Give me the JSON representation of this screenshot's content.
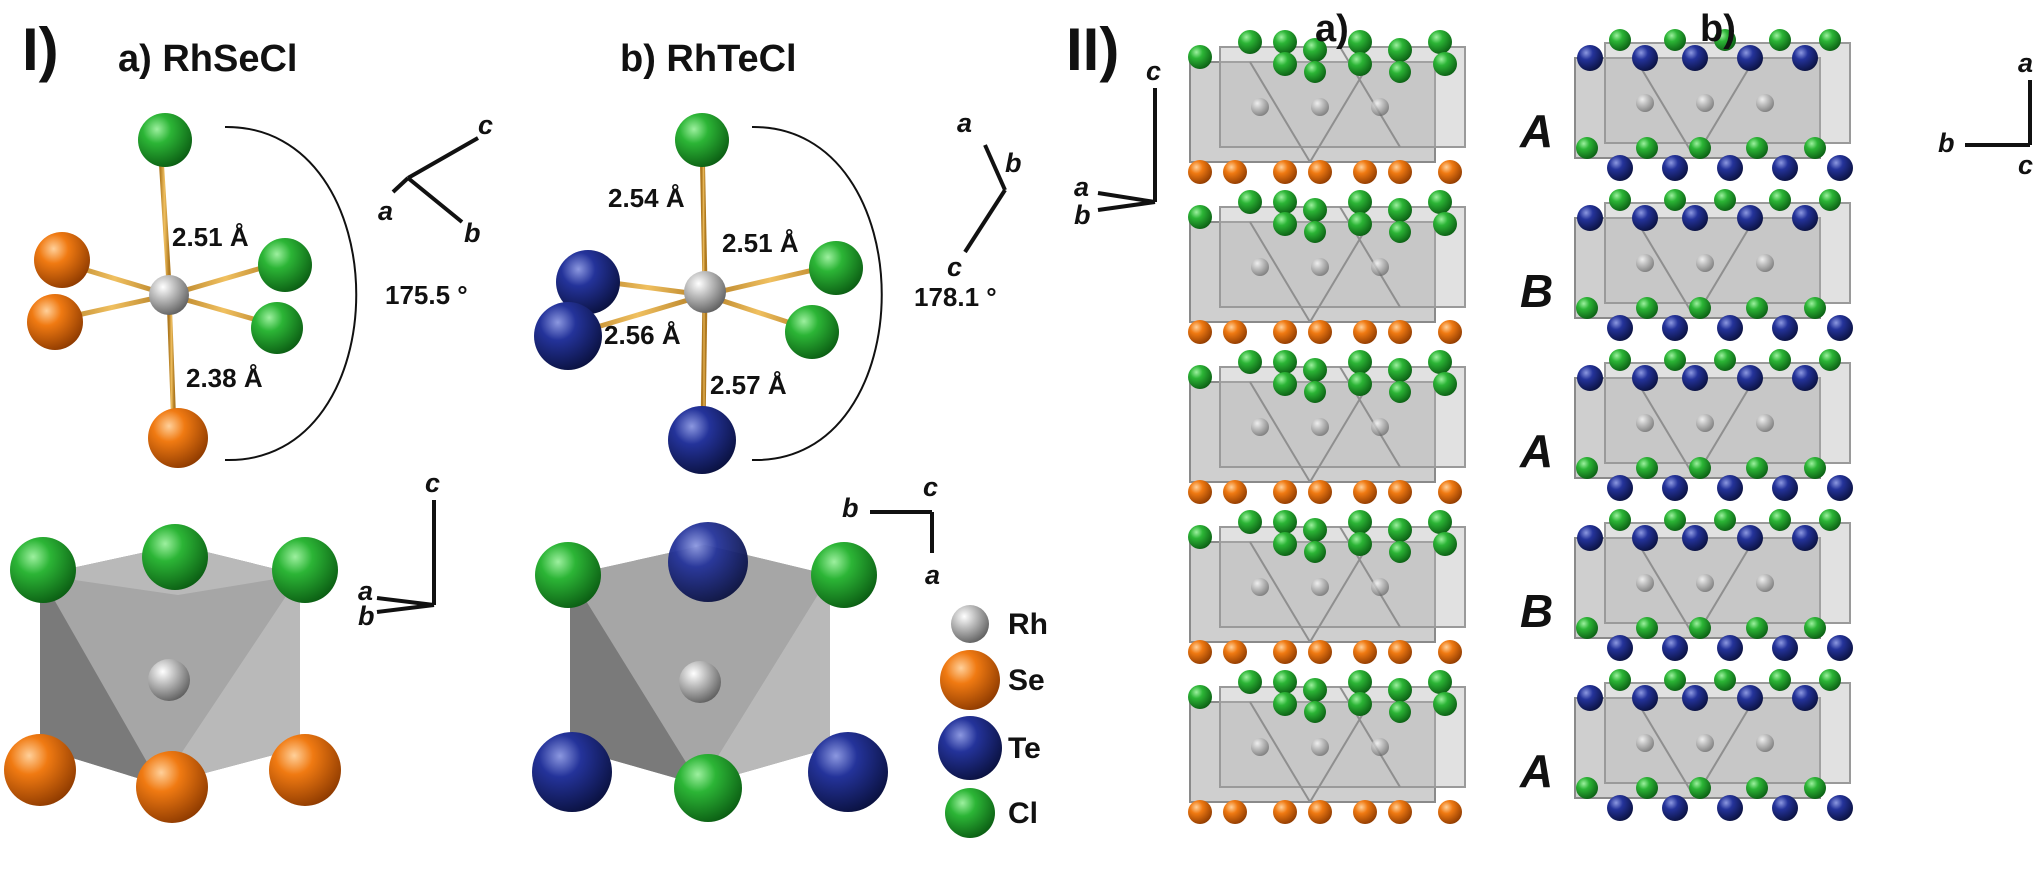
{
  "panel_I": {
    "label": "I)",
    "a": {
      "title": "a) RhSeCl",
      "distances": [
        "2.51 Å",
        "2.38 Å"
      ],
      "angle": "175.5 °",
      "axes_top": {
        "a": "a",
        "b": "b",
        "c": "c"
      },
      "axes_bottom": {
        "a": "a",
        "b": "b",
        "c": "c"
      }
    },
    "b": {
      "title": "b) RhTeCl",
      "distances": [
        "2.54 Å",
        "2.51 Å",
        "2.56 Å",
        "2.57 Å"
      ],
      "angle": "178.1 °",
      "axes_top": {
        "a": "a",
        "b": "b",
        "c": "c"
      },
      "axes_bottom": {
        "a": "a",
        "b": "b",
        "c": "c"
      }
    }
  },
  "legend": [
    {
      "label": "Rh",
      "color": "#a9a9a9"
    },
    {
      "label": "Se",
      "color": "#e2680c"
    },
    {
      "label": "Te",
      "color": "#1c2a80"
    },
    {
      "label": "Cl",
      "color": "#1f9a2a"
    }
  ],
  "panel_II": {
    "label": "II)",
    "col_a": "a)",
    "col_b": "b)",
    "stacking": [
      "A",
      "B",
      "A",
      "B",
      "A"
    ],
    "axes_left": {
      "a": "a",
      "b": "b",
      "c": "c"
    },
    "axes_right": {
      "a": "a",
      "b": "b",
      "c": "c"
    }
  },
  "colors": {
    "Rh": "#a9a9a9",
    "Se": "#e2680c",
    "Te": "#1c2a80",
    "Cl": "#1f9a2a",
    "bond": "#c8962e",
    "polyhedron": "#9a9a9a"
  }
}
